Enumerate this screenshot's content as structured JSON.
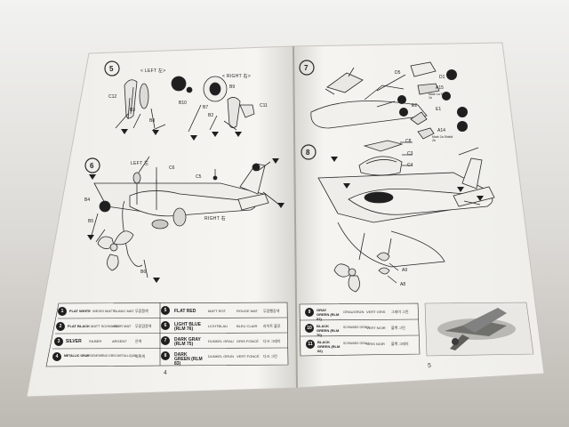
{
  "scene": "open model airplane instruction booklet on white cloth",
  "left_page": {
    "step_5": {
      "number": "5",
      "left_label": "< LEFT 左>",
      "right_label": "< RIGHT 右>",
      "parts": [
        "C12",
        "B3",
        "B8",
        "B10",
        "B9",
        "B7",
        "B2",
        "C11"
      ]
    },
    "step_6": {
      "number": "6",
      "labels": [
        "LEFT 左",
        "C6",
        "C5",
        "B4",
        "B5",
        "RIGHT 右",
        "B6"
      ]
    },
    "page_number": "4",
    "legend": {
      "rows": [
        {
          "name": "FLAT WHITE",
          "de": "WEISS MATT",
          "fr": "BLANC MAT",
          "kr": "무광흰색"
        },
        {
          "name": "FLAT BLACK",
          "de": "MATT SCHWARZ",
          "fr": "NOIR MAT",
          "kr": "무광검정색"
        },
        {
          "name": "SILVER",
          "de": "SILBER",
          "fr": "ARGENT",
          "kr": "은색"
        },
        {
          "name": "METALLIC GRAY",
          "de": "EISENFARBIG",
          "fr": "GRIS METALLIQUE",
          "kr": "회흑색"
        }
      ],
      "rows_right": [
        {
          "name": "FLAT RED",
          "de": "MATT ROT",
          "fr": "ROUGE MAT",
          "kr": "무광빨강색"
        },
        {
          "name": "LIGHT BLUE (RLM 76)",
          "de": "LICHTBLAU",
          "fr": "BLEU CLAIR",
          "kr": "라이트 블루"
        },
        {
          "name": "DARK GRAY (RLM 75)",
          "de": "DUNKEL GRAU",
          "fr": "GRIS FONCÉ",
          "kr": "다크 그레이"
        },
        {
          "name": "DARK GREEN (RLM 83)",
          "de": "DUNKEL GRÜN",
          "fr": "VERT FONCÉ",
          "kr": "다크 그린"
        }
      ],
      "numbers": [
        "1",
        "2",
        "3",
        "4",
        "5",
        "6",
        "7",
        "8"
      ]
    }
  },
  "right_page": {
    "step_7": {
      "number": "7",
      "parts": [
        "D5",
        "D1",
        "A15",
        "E2",
        "E1",
        "A14"
      ],
      "notes": [
        "Mark 1a Shield 1b",
        "Mark 2a Shield 2b"
      ]
    },
    "step_8": {
      "number": "8",
      "parts": [
        "C8",
        "C3",
        "C4",
        "A9",
        "A8"
      ]
    },
    "page_number": "5",
    "legend": {
      "rows": [
        {
          "name": "GRAY GREEN (RLM 02)",
          "de": "GRAUGRÜN",
          "fr": "VERT GRIS",
          "kr": "그레이 그린"
        },
        {
          "name": "BLACK GREEN (RLM 70)",
          "de": "SCHWARZ GRÜN",
          "fr": "VERT NOIR",
          "kr": "블랙 그린"
        },
        {
          "name": "BLACK GREEN (RLM 66)",
          "de": "SCHWARZ GRAU",
          "fr": "GRIS NOIR",
          "kr": "블랙 그레이"
        }
      ],
      "numbers": [
        "9",
        "10",
        "11"
      ]
    }
  },
  "colors": {
    "paper": "#f4f3ef",
    "ink": "#2a2a2a",
    "cloth": "#e8e7e3",
    "legend_dark": "#1e1e1e"
  }
}
